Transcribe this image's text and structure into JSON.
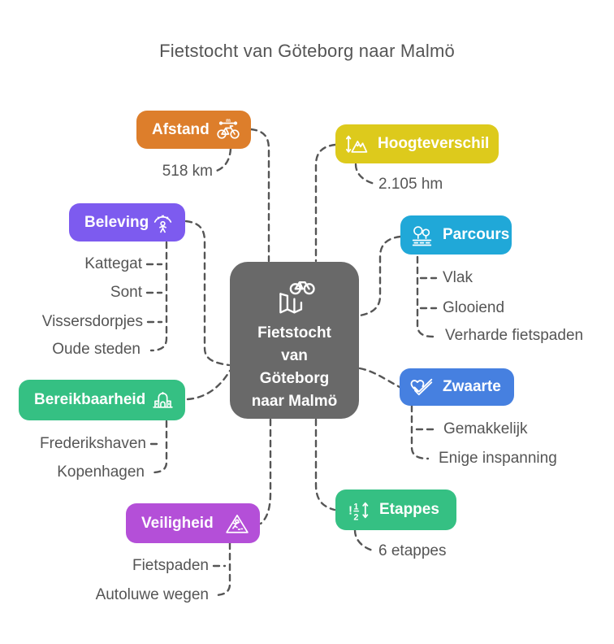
{
  "title": "Fietstocht van Göteborg naar Malmö",
  "connector_color": "#555555",
  "text_color": "#555555",
  "center": {
    "label": "Fietstocht van Göteborg naar Malmö",
    "color": "#696969",
    "icon": "map-bicycle-icon",
    "lines": [
      "Fietstocht",
      "van",
      "Göteborg",
      "naar Malmö"
    ]
  },
  "branches": [
    {
      "id": "afstand",
      "label": "Afstand",
      "color": "#DD7E2B",
      "icon": "bicycle-distance-icon",
      "items": [
        "518 km"
      ]
    },
    {
      "id": "hoogteverschil",
      "label": "Hoogteverschil",
      "color": "#DDCA1C",
      "icon": "mountains-elevation-icon",
      "items": [
        "2.105 hm"
      ]
    },
    {
      "id": "beleving",
      "label": "Beleving",
      "color": "#7D5BEF",
      "icon": "person-hearts-icon",
      "items": [
        "Kattegat",
        "Sont",
        "Vissersdorpjes",
        "Oude steden"
      ]
    },
    {
      "id": "parcours",
      "label": "Parcours",
      "color": "#20A8D8",
      "icon": "trees-road-icon",
      "items": [
        "Vlak",
        "Glooiend",
        "Verharde fietspaden"
      ]
    },
    {
      "id": "bereikbaarheid",
      "label": "Bereikbaarheid",
      "color": "#35C083",
      "icon": "station-building-icon",
      "items": [
        "Frederikshaven",
        "Kopenhagen"
      ]
    },
    {
      "id": "zwaarte",
      "label": "Zwaarte",
      "color": "#4680E0",
      "icon": "heart-checkmark-icon",
      "items": [
        "Gemakkelijk",
        "Enige inspanning"
      ]
    },
    {
      "id": "veiligheid",
      "label": "Veiligheid",
      "color": "#B44FD8",
      "icon": "warning-slip-icon",
      "items": [
        "Fietspaden",
        "Autoluwe wegen"
      ]
    },
    {
      "id": "etappes",
      "label": "Etappes",
      "color": "#35C083",
      "icon": "numbered-sort-icon",
      "items": [
        "6 etappes"
      ]
    }
  ]
}
